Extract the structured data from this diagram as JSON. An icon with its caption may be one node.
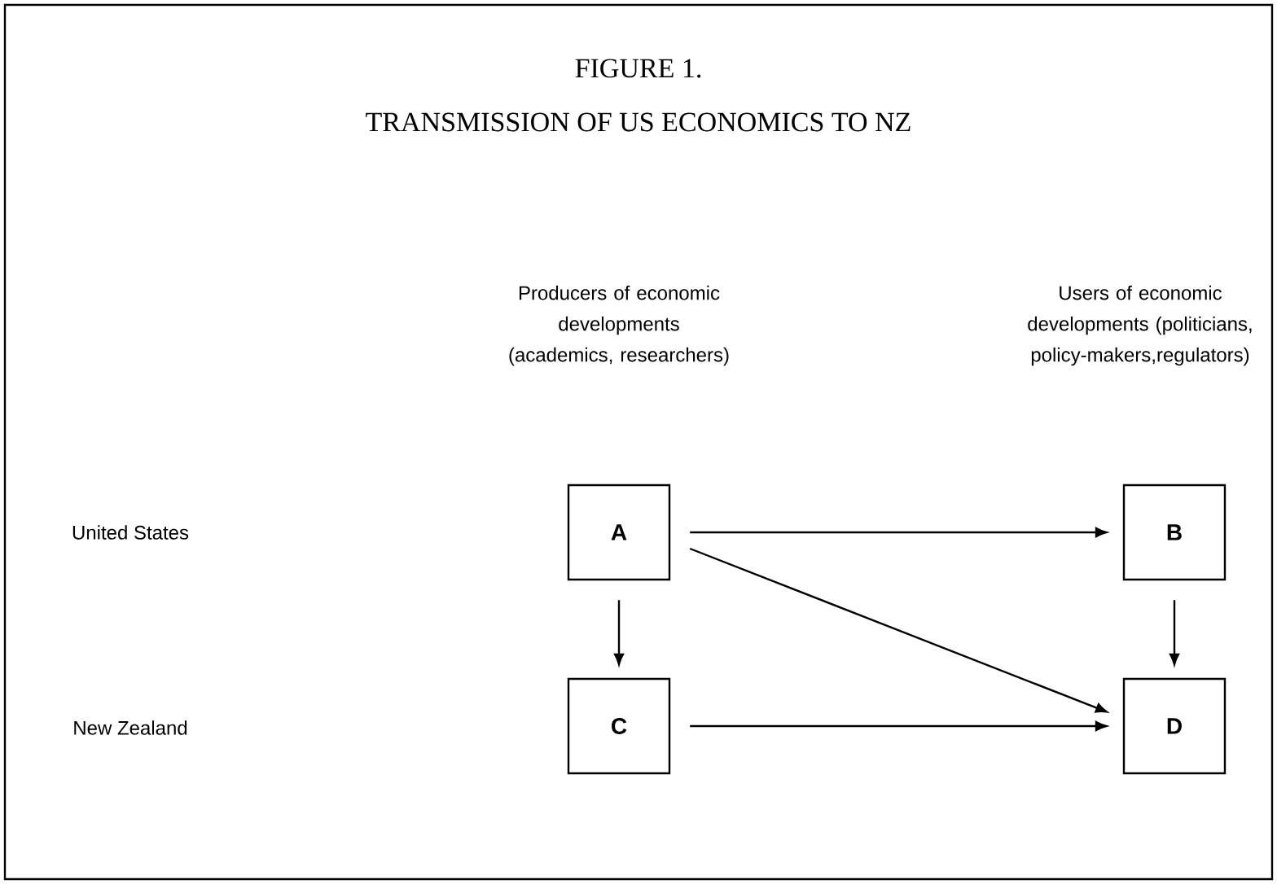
{
  "diagram": {
    "title": "FIGURE 1.",
    "nodes": [
      {
        "text": [
          "A"
        ]
      },
      {
        "text": [
          "B"
        ]
      },
      {
        "text": [
          "C"
        ]
      },
      {
        "text": [
          "D"
        ]
      }
    ],
    "edges": [
      {
        "from": 0,
        "to": 1,
        "arrow": "to"
      },
      {
        "from": 0,
        "to": 2,
        "arrow": "to"
      },
      {
        "from": 0,
        "to": 3,
        "arrow": "to"
      },
      {
        "from": 1,
        "to": 3,
        "arrow": "to"
      },
      {
        "from": 2,
        "to": 3,
        "arrow": "to"
      }
    ],
    "labels": [
      "TRANSMISSION OF US ECONOMICS TO NZ",
      "Producers of economic developments (academics, researchers)",
      "Users of economic developments (politicians, policy-makers,regulators)",
      "United States",
      "New Zealand"
    ]
  }
}
